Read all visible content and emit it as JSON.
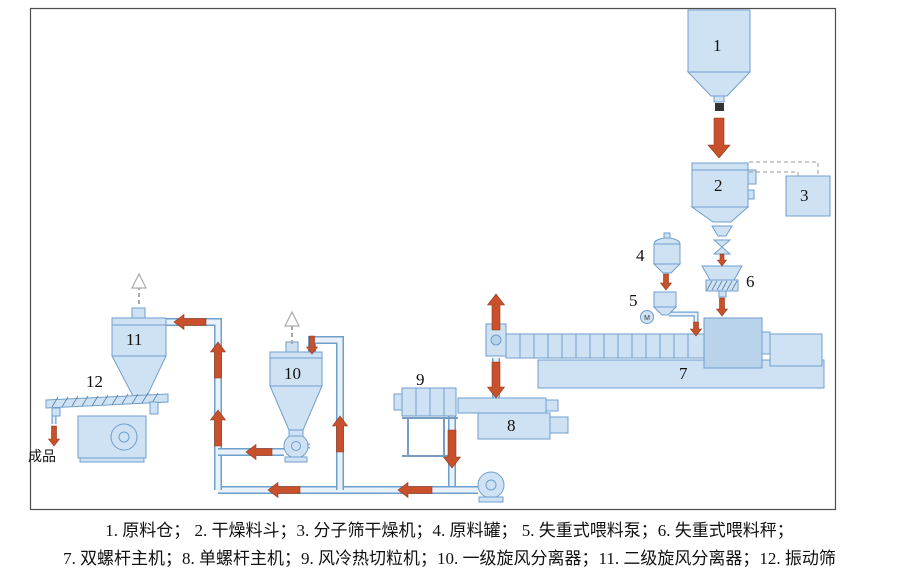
{
  "diagram": {
    "labels": {
      "c1": "1",
      "c2": "2",
      "c3": "3",
      "c4": "4",
      "c5": "5",
      "c6": "6",
      "c7": "7",
      "c8": "8",
      "c9": "9",
      "c10": "10",
      "c11": "11",
      "c12": "12",
      "finished_product": "成品",
      "motor": "M"
    },
    "colors": {
      "shape_fill": "#cfe2f3",
      "shape_stroke": "#6f9fcc",
      "flow_arrow": "#c8502b",
      "frame_border": "#4d4d4d",
      "dashed_line": "#999999"
    }
  },
  "legend": {
    "line1": "1. 原料仓；  2. 干燥料斗；3. 分子筛干燥机；4. 原料罐；  5. 失重式喂料泵；6. 失重式喂料秤；",
    "line2": "7. 双螺杆主机；8. 单螺杆主机；9. 风冷热切粒机；10. 一级旋风分离器；11. 二级旋风分离器；12. 振动筛"
  }
}
